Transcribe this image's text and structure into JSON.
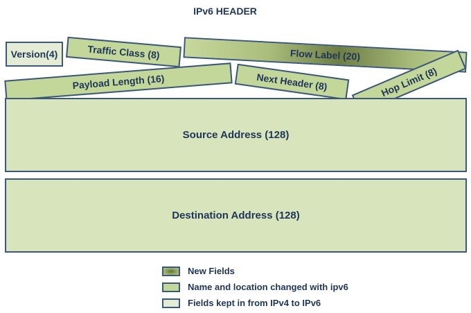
{
  "title": "IPv6 HEADER",
  "fields": {
    "version": "Version(4)",
    "traffic_class": "Traffic Class (8)",
    "flow_label": "Flow Label (20)",
    "payload_length": "Payload Length (16)",
    "next_header": "Next Header (8)",
    "hop_limit": "Hop Limit (8)",
    "source_address": "Source Address (128)",
    "destination_address": "Destination Address (128)"
  },
  "legend": {
    "new_fields": "New Fields",
    "changed": "Name and location changed with ipv6",
    "kept": "Fields kept in from IPv4 to IPv6"
  },
  "colors": {
    "border": "#3b5878",
    "text": "#1f3557",
    "kept_fill": "#e5ecd5",
    "changed_fill": "#c4d79b",
    "address_fill": "#d8e4bc",
    "new_field_dark": "#6d7e45"
  }
}
